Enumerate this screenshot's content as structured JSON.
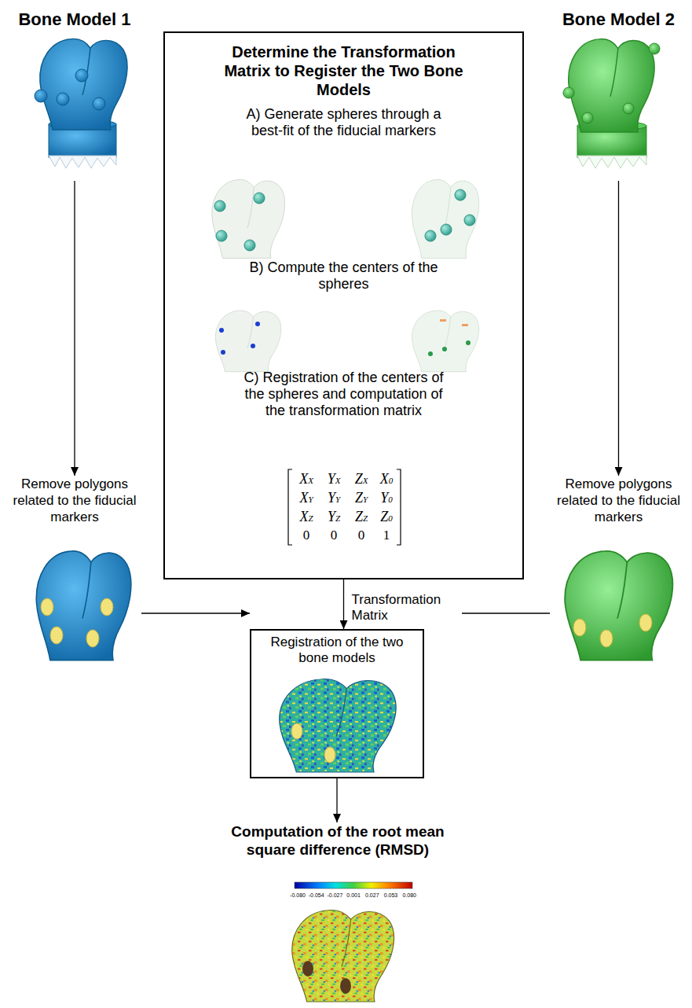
{
  "diagram": {
    "nodes": [
      {
        "text": [
          "Bone Model 1"
        ]
      },
      {
        "text": [
          "Bone Model 2"
        ]
      },
      {
        "text": [
          "Determine the Transformation Matrix to Register the Two Bone Models",
          "A) Generate spheres through a best-fit of the fiducial markers",
          "B) Compute the centers of the spheres",
          "C) Registration of the centers of the spheres and computation of the transformation matrix"
        ]
      },
      {
        "text": [
          "Remove polygons related to the fiducial markers"
        ]
      },
      {
        "text": [
          "Registration of the two bone models"
        ]
      },
      {
        "text": [
          "Remove polygons related to the fiducial markers"
        ]
      },
      {
        "text": [
          "Computation of the root mean square difference (RMSD)"
        ]
      }
    ],
    "edges": [
      {
        "from": 0,
        "to": 3,
        "arrow": "to"
      },
      {
        "from": 1,
        "to": 5,
        "arrow": "to"
      },
      {
        "from": 2,
        "to": 4,
        "label": "Transformation Matrix",
        "arrow": "to"
      },
      {
        "from": 3,
        "to": 4,
        "arrow": "to"
      },
      {
        "from": 5,
        "to": 4,
        "arrow": "to"
      },
      {
        "from": 4,
        "to": 6,
        "arrow": "to"
      }
    ],
    "labels": [
      "XX",
      "YX",
      "ZX",
      "X0",
      "XY",
      "YY",
      "ZY",
      "Y0",
      "XZ",
      "YZ",
      "ZZ",
      "Z0",
      "0",
      "0",
      "0",
      "1",
      "-0.080",
      "-0.054",
      "-0.027",
      "0.001",
      "0.027",
      "0.053",
      "0.080"
    ]
  }
}
